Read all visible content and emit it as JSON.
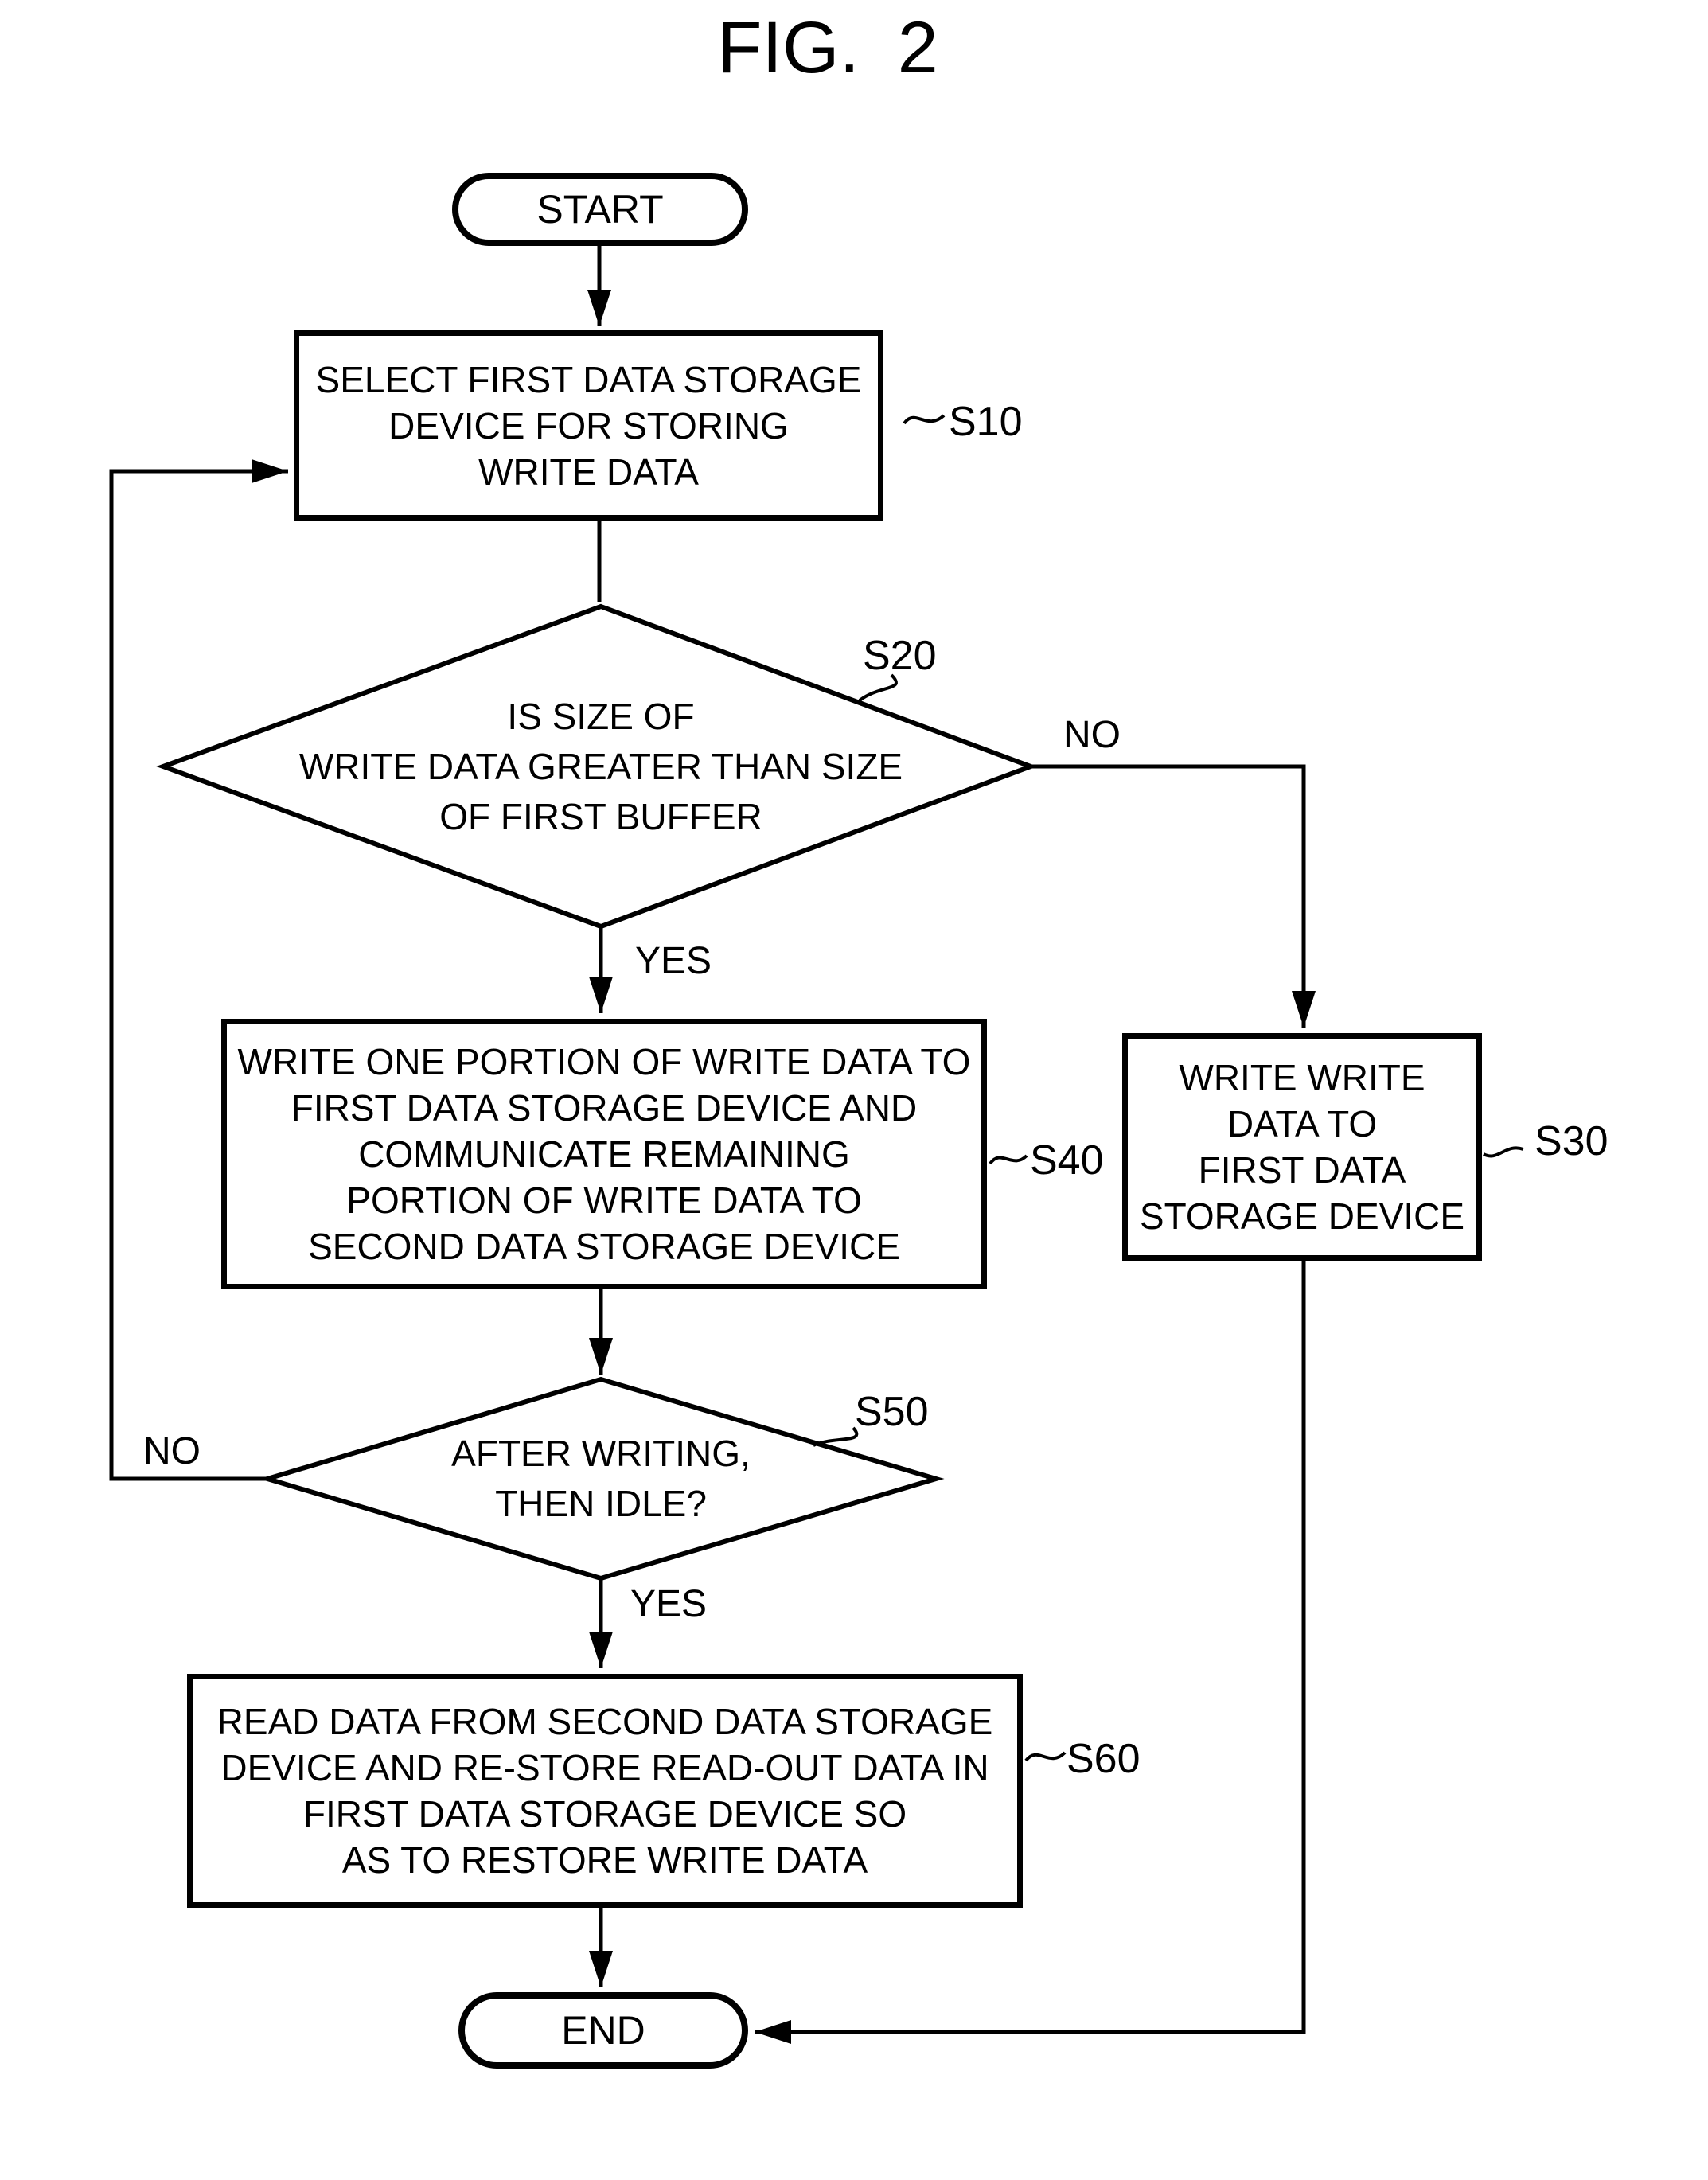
{
  "figure": {
    "title": "FIG. 2"
  },
  "flowchart": {
    "colors": {
      "stroke": "#000000",
      "background": "#ffffff"
    },
    "nodes": {
      "start": {
        "type": "terminal",
        "label": "START"
      },
      "s10": {
        "type": "process",
        "step": "S10",
        "lines": [
          "SELECT FIRST DATA STORAGE",
          "DEVICE FOR STORING",
          "WRITE DATA"
        ]
      },
      "s20": {
        "type": "decision",
        "step": "S20",
        "lines": [
          "IS SIZE OF",
          "WRITE DATA GREATER THAN SIZE",
          "OF FIRST BUFFER"
        ]
      },
      "s30": {
        "type": "process",
        "step": "S30",
        "lines": [
          "WRITE WRITE",
          "DATA TO",
          "FIRST DATA",
          "STORAGE DEVICE"
        ]
      },
      "s40": {
        "type": "process",
        "step": "S40",
        "lines": [
          "WRITE ONE PORTION OF WRITE DATA TO",
          "FIRST DATA STORAGE DEVICE AND",
          "COMMUNICATE REMAINING",
          "PORTION OF WRITE DATA TO",
          "SECOND DATA STORAGE DEVICE"
        ]
      },
      "s50": {
        "type": "decision",
        "step": "S50",
        "lines": [
          "AFTER WRITING,",
          "THEN IDLE?"
        ]
      },
      "s60": {
        "type": "process",
        "step": "S60",
        "lines": [
          "READ DATA FROM SECOND DATA STORAGE",
          "DEVICE AND RE-STORE READ-OUT DATA IN",
          "FIRST DATA STORAGE DEVICE SO",
          "AS TO RESTORE WRITE DATA"
        ]
      },
      "end": {
        "type": "terminal",
        "label": "END"
      }
    },
    "branch_labels": {
      "s20_no": "NO",
      "s20_yes": "YES",
      "s50_no": "NO",
      "s50_yes": "YES"
    }
  }
}
